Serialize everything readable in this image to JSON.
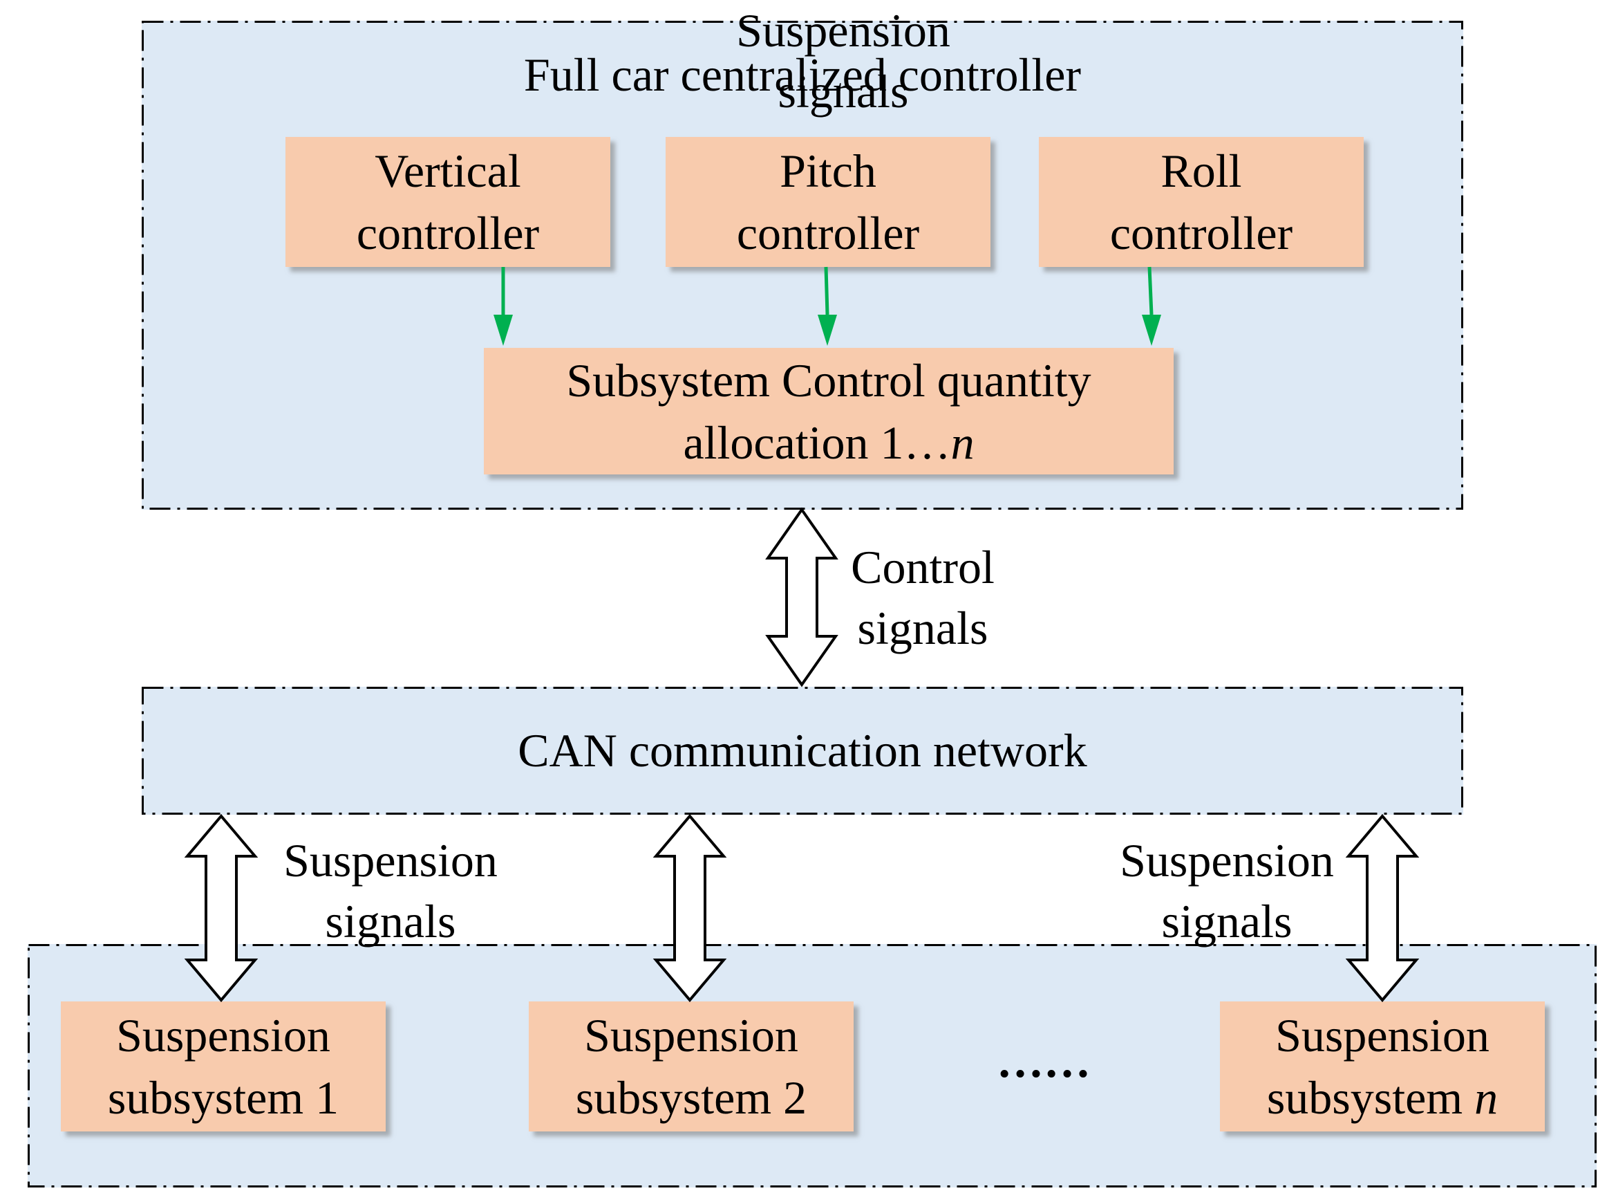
{
  "central": {
    "title": "Full car centralized controller",
    "vertical": [
      "Vertical",
      "controller"
    ],
    "pitch": [
      "Pitch",
      "controller"
    ],
    "roll": [
      "Roll",
      "controller"
    ],
    "allocation_line1": "Subsystem Control quantity",
    "allocation_line2_text": "allocation 1…",
    "allocation_line2_var": "n"
  },
  "control_signals": [
    "Control",
    "signals"
  ],
  "can": {
    "title": "CAN communication network"
  },
  "suspension_signals": [
    "Suspension",
    "signals"
  ],
  "subsystems": {
    "s1": [
      "Suspension",
      "subsystem 1"
    ],
    "s2": [
      "Suspension",
      "subsystem 2"
    ],
    "sn_line1": "Suspension",
    "sn_line2_text": "subsystem ",
    "sn_line2_var": "n",
    "ellipsis": "……"
  },
  "colors": {
    "region_fill": "#dde9f5",
    "box_fill": "#f8cbad",
    "green_arrow": "#00b050"
  }
}
